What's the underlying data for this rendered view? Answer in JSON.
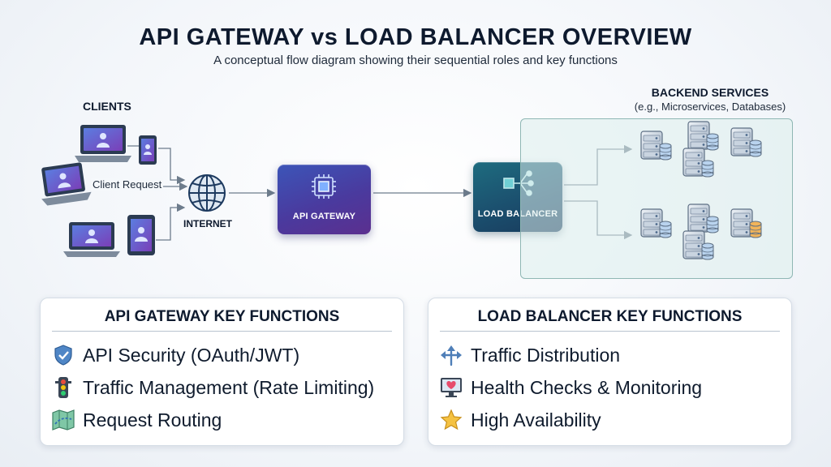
{
  "header": {
    "title": "API GATEWAY vs LOAD BALANCER OVERVIEW",
    "subtitle": "A conceptual flow diagram showing their sequential roles and key functions"
  },
  "diagram": {
    "clients_label": "CLIENTS",
    "client_request_label": "Client Request",
    "internet_label": "INTERNET",
    "api_gateway_label": "API GATEWAY",
    "load_balancer_label": "LOAD BALANCER",
    "backend_label": "BACKEND SERVICES",
    "backend_sublabel": "(e.g., Microservices, Databases)"
  },
  "api_gateway_card": {
    "title": "API GATEWAY KEY FUNCTIONS",
    "items": [
      {
        "label": "API Security (OAuth/JWT)",
        "icon": "shield-icon"
      },
      {
        "label": "Traffic Management (Rate Limiting)",
        "icon": "traffic-light-icon"
      },
      {
        "label": "Request Routing",
        "icon": "map-icon"
      }
    ]
  },
  "load_balancer_card": {
    "title": "LOAD BALANCER KEY FUNCTIONS",
    "items": [
      {
        "label": "Traffic Distribution",
        "icon": "split-arrows-icon"
      },
      {
        "label": "Health Checks & Monitoring",
        "icon": "heart-monitor-icon"
      },
      {
        "label": "High Availability",
        "icon": "star-icon"
      }
    ]
  },
  "colors": {
    "api_gateway": "#4a3a9e",
    "load_balancer": "#1b4f6e",
    "backend_panel": "#8fb7b4",
    "connector": "#6d7c8c"
  }
}
